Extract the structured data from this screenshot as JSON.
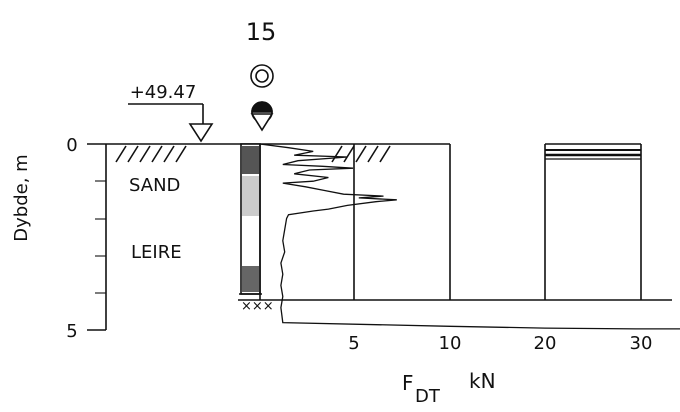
{
  "borehole": {
    "id": "15"
  },
  "water_level": {
    "elevation": "+49.47"
  },
  "y_axis": {
    "label": "Dybde, m",
    "ticks": [
      "0",
      "5"
    ]
  },
  "layers": [
    "SAND",
    "LEIRE"
  ],
  "x_axis": {
    "ticks": [
      "5",
      "10",
      "20",
      "30"
    ],
    "label_main": "F",
    "label_sub": "DT",
    "unit": "kN"
  },
  "chart_data": {
    "type": "line",
    "title": "",
    "xlabel": "F_DT kN",
    "ylabel": "Dybde, m",
    "ylim": [
      0,
      5
    ],
    "x_ticks": [
      5,
      10,
      20,
      30
    ],
    "y_ticks": [
      0,
      5
    ],
    "series": [
      {
        "points": [
          [
            0,
            0.0
          ],
          [
            1.5,
            0.1
          ],
          [
            2.8,
            0.2
          ],
          [
            1.8,
            0.3
          ],
          [
            4.6,
            0.35
          ],
          [
            2.0,
            0.45
          ],
          [
            1.2,
            0.55
          ],
          [
            3.3,
            0.6
          ],
          [
            4.9,
            0.65
          ],
          [
            2.6,
            0.7
          ],
          [
            1.8,
            0.8
          ],
          [
            3.6,
            0.9
          ],
          [
            2.8,
            1.0
          ],
          [
            1.2,
            1.05
          ],
          [
            2.4,
            1.15
          ],
          [
            3.4,
            1.25
          ],
          [
            4.4,
            1.35
          ],
          [
            6.5,
            1.4
          ],
          [
            5.2,
            1.45
          ],
          [
            7.2,
            1.5
          ],
          [
            6.1,
            1.55
          ],
          [
            4.6,
            1.65
          ],
          [
            3.6,
            1.75
          ],
          [
            2.8,
            1.8
          ],
          [
            1.5,
            1.9
          ],
          [
            1.4,
            2.0
          ],
          [
            1.3,
            2.3
          ],
          [
            1.2,
            2.6
          ],
          [
            1.3,
            2.9
          ],
          [
            1.1,
            3.2
          ],
          [
            1.2,
            3.5
          ],
          [
            1.1,
            3.8
          ],
          [
            1.2,
            4.1
          ],
          [
            1.1,
            4.4
          ],
          [
            1.2,
            4.8
          ],
          [
            10,
            4.9
          ],
          [
            20,
            4.95
          ],
          [
            30,
            4.97
          ],
          [
            35,
            4.97
          ]
        ]
      }
    ]
  }
}
